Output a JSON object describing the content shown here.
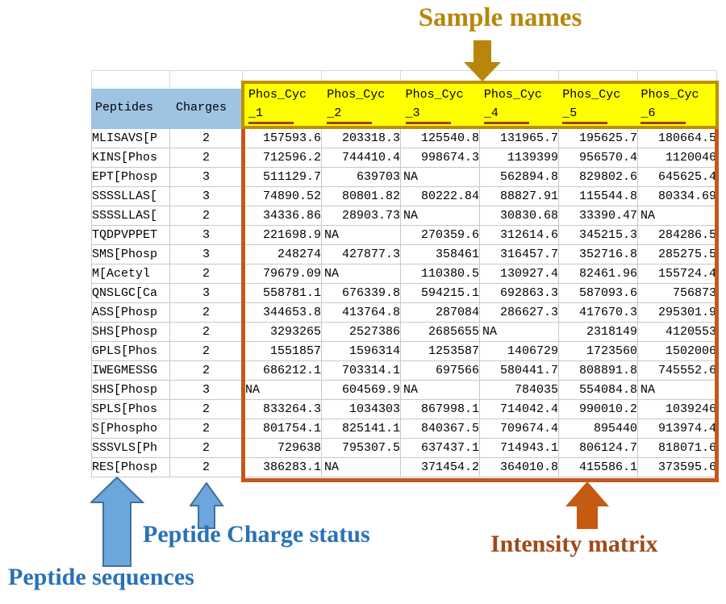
{
  "annotations": {
    "sample_names": "Sample names",
    "peptide_sequences": "Peptide sequences",
    "charge_status": "Peptide Charge status",
    "intensity_matrix": "Intensity matrix"
  },
  "colors": {
    "row_header_fill": "#9fc3e3",
    "sample_header_fill": "#ffff00",
    "sample_header_box_border": "#bf8f00",
    "sample_header_underline": "#a33b28",
    "matrix_box_border": "#c4571e",
    "sample_names_label": "#b8860b",
    "blue_labels": "#2971b9",
    "intensity_label": "#a0491a",
    "blue_arrow_fill": "#6ca6dc",
    "blue_arrow_stroke": "#41719c",
    "orange_arrow_fill": "#c55a11",
    "gold_arrow_fill": "#b8860b",
    "gridline": "#c8c8c8"
  },
  "table": {
    "row_headers": [
      "Peptides",
      "Charges"
    ],
    "sample_columns": [
      "Phos_Cyc_1",
      "Phos_Cyc_2",
      "Phos_Cyc_3",
      "Phos_Cyc_4",
      "Phos_Cyc_5",
      "Phos_Cyc_6"
    ],
    "na_text": "NA",
    "rows": [
      {
        "peptide": "MLISAVS[P",
        "charge": "2",
        "values": [
          "157593.6",
          "203318.3",
          "125540.8",
          "131965.7",
          "195625.7",
          "180664.5"
        ]
      },
      {
        "peptide": "KINS[Phos",
        "charge": "2",
        "values": [
          "712596.2",
          "744410.4",
          "998674.3",
          "1139399",
          "956570.4",
          "1120046"
        ]
      },
      {
        "peptide": "EPT[Phosp",
        "charge": "3",
        "values": [
          "511129.7",
          "639703",
          "NA",
          "562894.8",
          "829802.6",
          "645625.4"
        ]
      },
      {
        "peptide": "SSSSLLAS[",
        "charge": "3",
        "values": [
          "74890.52",
          "80801.82",
          "80222.84",
          "88827.91",
          "115544.8",
          "80334.69"
        ]
      },
      {
        "peptide": "SSSSLLAS[",
        "charge": "2",
        "values": [
          "34336.86",
          "28903.73",
          "NA",
          "30830.68",
          "33390.47",
          "NA"
        ]
      },
      {
        "peptide": "TQDPVPPET",
        "charge": "3",
        "values": [
          "221698.9",
          "NA",
          "270359.6",
          "312614.6",
          "345215.3",
          "284286.5"
        ]
      },
      {
        "peptide": "SMS[Phosp",
        "charge": "3",
        "values": [
          "248274",
          "427877.3",
          "358461",
          "316457.7",
          "352716.8",
          "285275.5"
        ]
      },
      {
        "peptide": "M[Acetyl",
        "charge": "2",
        "values": [
          "79679.09",
          "NA",
          "110380.5",
          "130927.4",
          "82461.96",
          "155724.4"
        ]
      },
      {
        "peptide": "QNSLGC[Ca",
        "charge": "3",
        "values": [
          "558781.1",
          "676339.8",
          "594215.1",
          "692863.3",
          "587093.6",
          "756873"
        ]
      },
      {
        "peptide": "ASS[Phosp",
        "charge": "2",
        "values": [
          "344653.8",
          "413764.8",
          "287084",
          "286627.3",
          "417670.3",
          "295301.9"
        ]
      },
      {
        "peptide": "SHS[Phosp",
        "charge": "2",
        "values": [
          "3293265",
          "2527386",
          "2685655",
          "NA",
          "2318149",
          "4120553"
        ]
      },
      {
        "peptide": "GPLS[Phos",
        "charge": "2",
        "values": [
          "1551857",
          "1596314",
          "1253587",
          "1406729",
          "1723560",
          "1502006"
        ]
      },
      {
        "peptide": "IWEGMESSG",
        "charge": "2",
        "values": [
          "686212.1",
          "703314.1",
          "697566",
          "580441.7",
          "808891.8",
          "745552.6"
        ]
      },
      {
        "peptide": "SHS[Phosp",
        "charge": "3",
        "values": [
          "NA",
          "604569.9",
          "NA",
          "784035",
          "554084.8",
          "NA"
        ]
      },
      {
        "peptide": "SPLS[Phos",
        "charge": "2",
        "values": [
          "833264.3",
          "1034303",
          "867998.1",
          "714042.4",
          "990010.2",
          "1039246"
        ]
      },
      {
        "peptide": "S[Phospho",
        "charge": "2",
        "values": [
          "801754.1",
          "825141.1",
          "840367.5",
          "709674.4",
          "895440",
          "913974.4"
        ]
      },
      {
        "peptide": "SSSVLS[Ph",
        "charge": "2",
        "values": [
          "729638",
          "795307.5",
          "637437.1",
          "714943.1",
          "806124.7",
          "818071.6"
        ]
      },
      {
        "peptide": "RES[Phosp",
        "charge": "2",
        "values": [
          "386283.1",
          "NA",
          "371454.2",
          "364010.8",
          "415586.1",
          "373595.6"
        ]
      }
    ]
  }
}
